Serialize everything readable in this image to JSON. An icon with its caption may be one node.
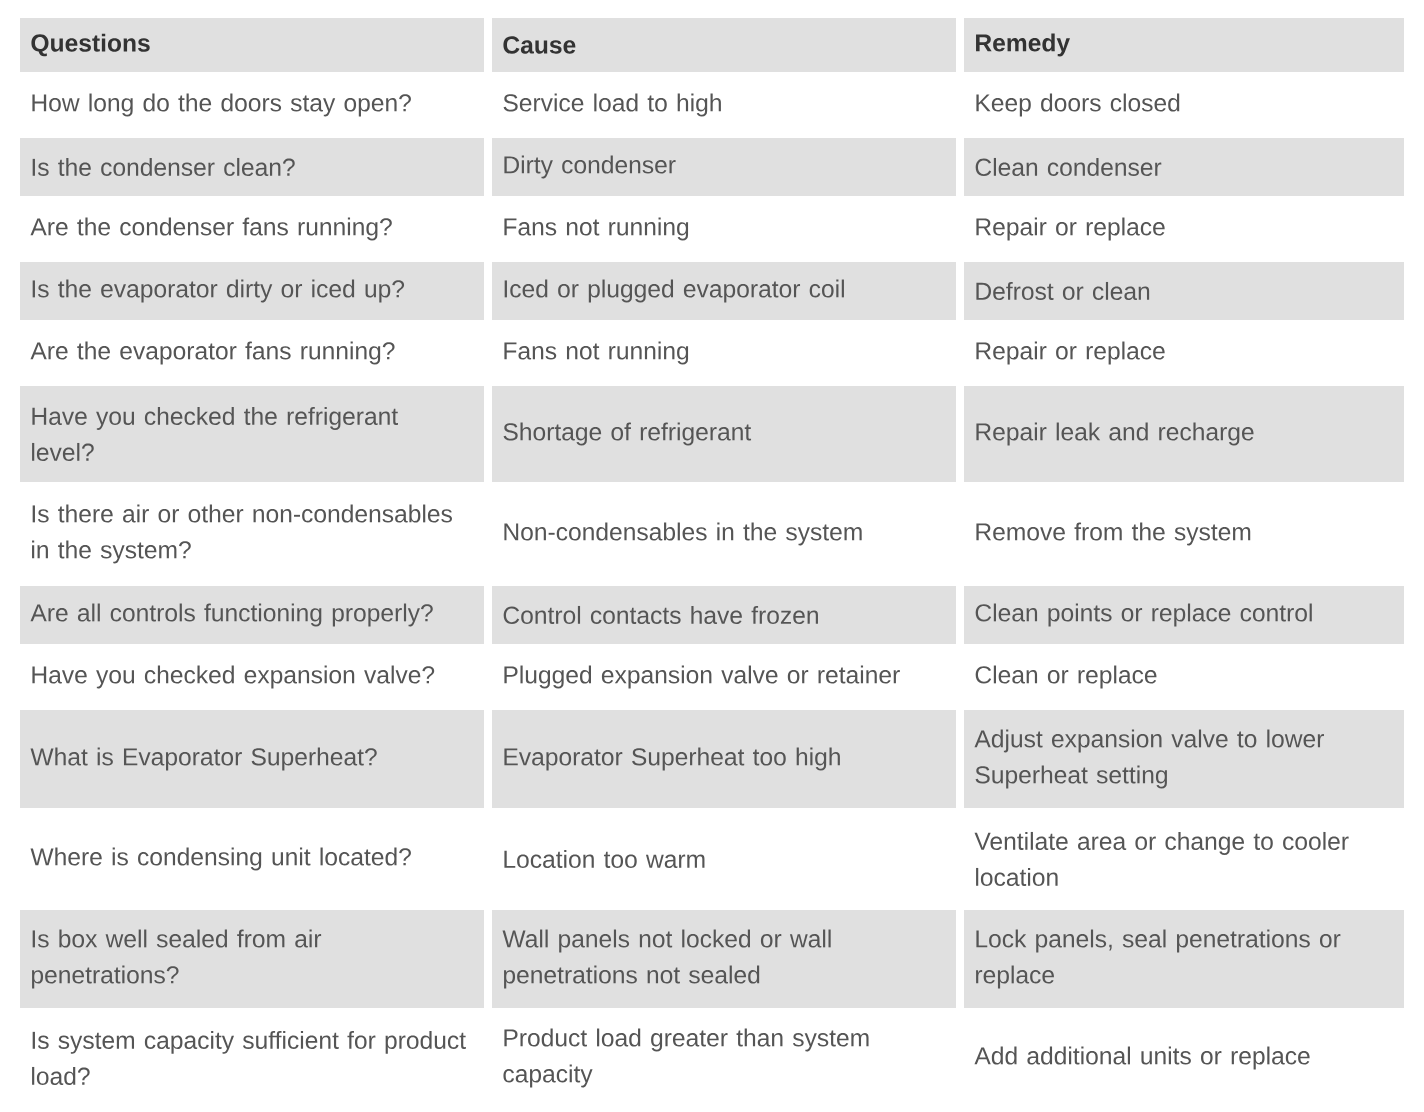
{
  "diagram": {
    "labels": [
      "Questions",
      "Cause",
      "Remedy",
      "How long do the doors stay open?",
      "Service load to high",
      "Keep doors closed",
      "Is the condenser clean?",
      "Dirty condenser",
      "Clean condenser",
      "Are the condenser fans running?",
      "Fans not running",
      "Repair or replace",
      "Is the evaporator dirty or iced up?",
      "Iced or plugged evaporator coil",
      "Defrost or clean",
      "Are the evaporator fans running?",
      "Fans not running",
      "Repair or replace",
      "Have you checked the refrigerant level?",
      "Shortage of refrigerant",
      "Repair leak and recharge",
      "Is there air or other non-condensables in the system?",
      "Non-condensables in the system",
      "Remove from the system",
      "Are all controls functioning properly?",
      "Control contacts have frozen",
      "Clean points or replace control",
      "Have you checked expansion valve?",
      "Plugged expansion valve or retainer",
      "Clean or replace",
      "What is Evaporator Superheat?",
      "Evaporator Superheat too high",
      "Adjust expansion valve to lower Superheat setting",
      "Where is condensing unit located?",
      "Location too warm",
      "Ventilate area or change to cooler location",
      "Is box well sealed from air penetrations?",
      "Wall panels not locked or wall penetrations not sealed",
      "Lock panels, seal penetrations or replace",
      "Is system capacity sufficient for product load?",
      "Product load greater than system capacity",
      "Add additional units or replace"
    ]
  }
}
